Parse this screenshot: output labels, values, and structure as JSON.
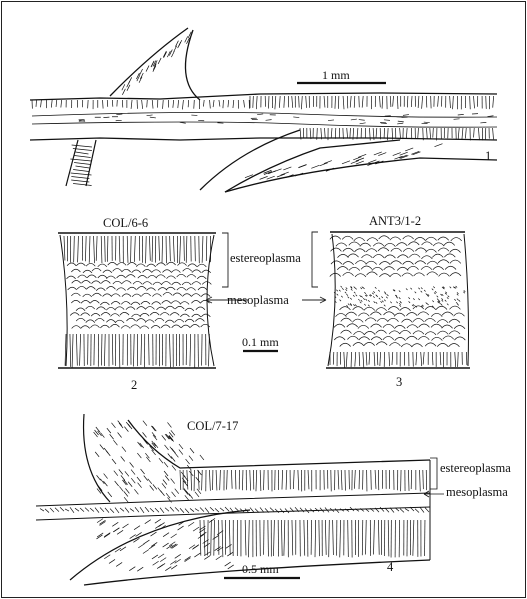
{
  "plate": {
    "scale_bars": {
      "fig1": "1 mm",
      "fig2": "0.1 mm",
      "fig4": "0.5 mm"
    },
    "figure_numbers": {
      "f1": "1",
      "f2": "2",
      "f3": "3",
      "f4": "4"
    },
    "specimens": {
      "f2": "COL/6-6",
      "f3": "ANT3/1-2",
      "f4": "COL/7-17"
    },
    "labels": {
      "estereoplasma_mid": "estereoplasma",
      "mesoplasma_mid": "mesoplasma",
      "estereoplasma_f4": "estereoplasma",
      "mesoplasma_f4": "mesoplasma"
    }
  }
}
